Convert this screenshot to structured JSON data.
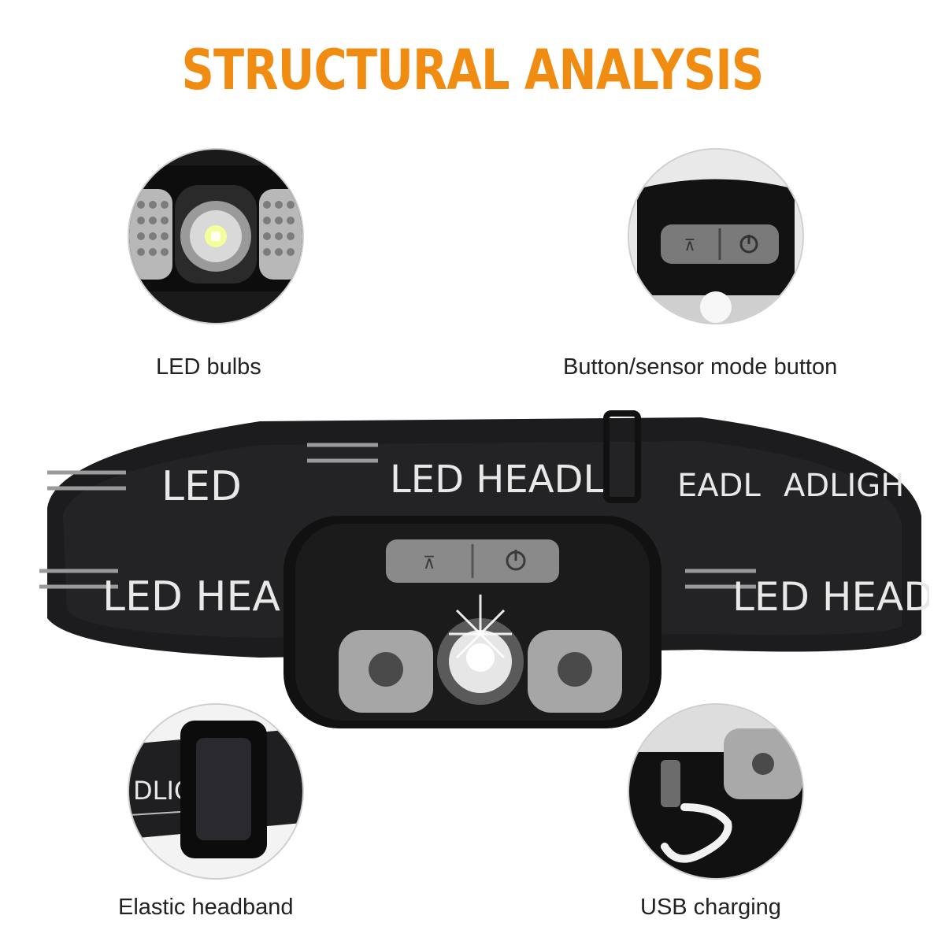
{
  "title": "STRUCTURAL ANALYSIS",
  "callouts": {
    "led_bulbs": "LED bulbs",
    "mode_button": "Button/sensor mode button",
    "headband": "Elastic headband",
    "usb": "USB charging"
  },
  "band_print": {
    "top_left": "LED",
    "top_mid": "LED HEADL",
    "top_right_a": "EADL",
    "top_right_b": "ADLIGH",
    "bottom_left": "LED HEA",
    "bottom_right": "LED HEADLIG",
    "buckle_side": "DLIGI"
  },
  "colors": {
    "title": "#f08c12",
    "band": "#1c1c1e",
    "lamp_body": "#111111",
    "button_gray": "#8a8a8a"
  }
}
